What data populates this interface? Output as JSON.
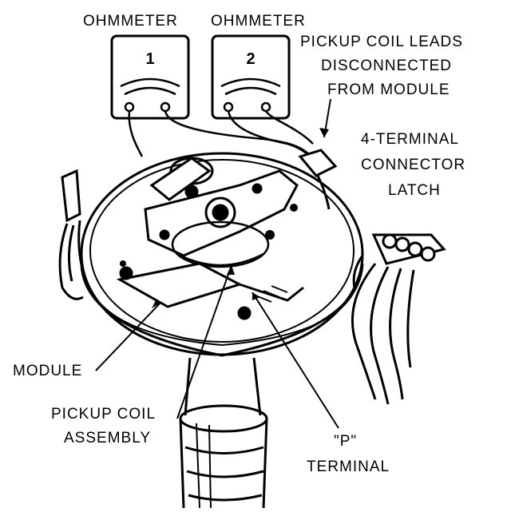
{
  "labels": {
    "ohmmeter_1": "OHMMETER",
    "ohmmeter_2": "OHMMETER",
    "meter_1_number": "1",
    "meter_2_number": "2",
    "pickup_leads": [
      "PICKUP COIL LEADS",
      "DISCONNECTED",
      "FROM MODULE"
    ],
    "connector_latch": [
      "4-TERMINAL",
      "CONNECTOR",
      "LATCH"
    ],
    "module": "MODULE",
    "pickup_coil_assembly": [
      "PICKUP COIL",
      "ASSEMBLY"
    ],
    "p_terminal": [
      "\"P\"",
      "TERMINAL"
    ]
  }
}
